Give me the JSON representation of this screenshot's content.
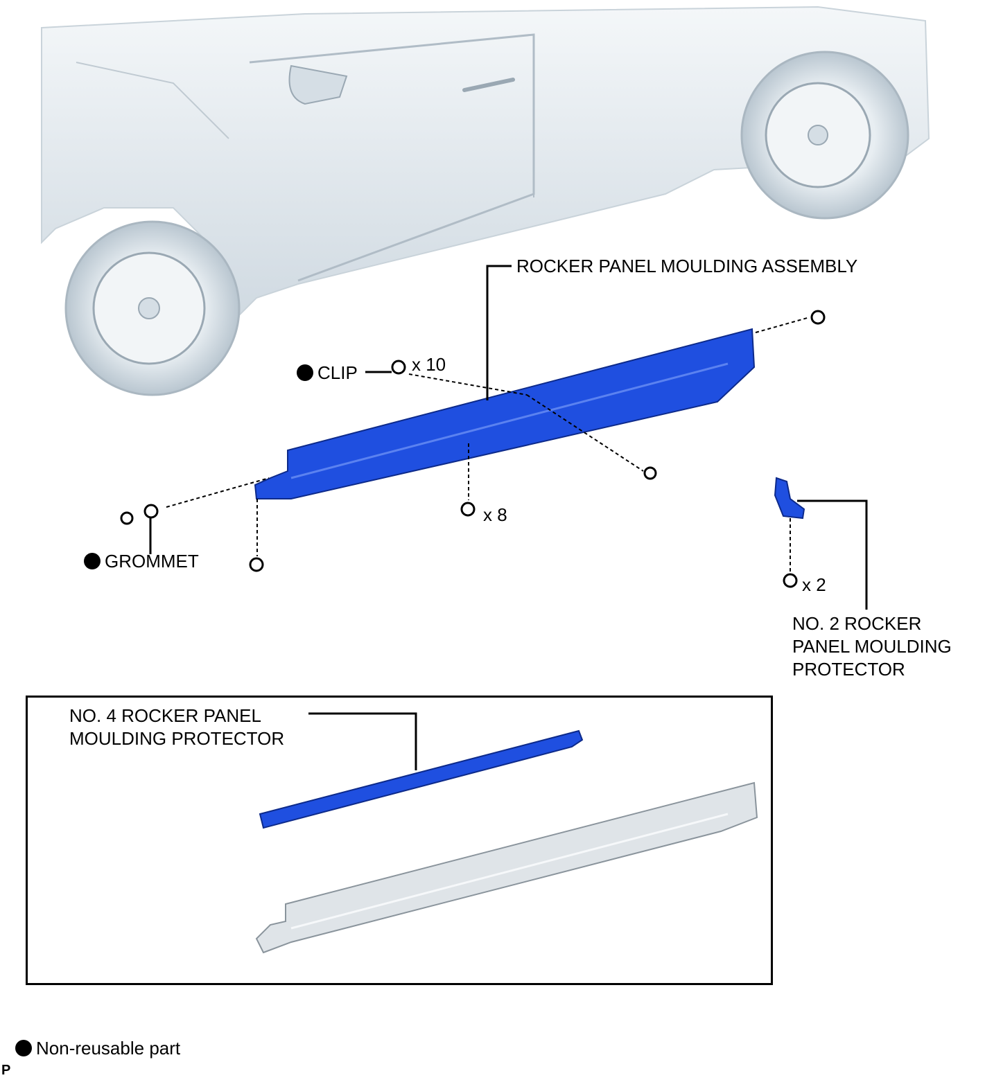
{
  "labels": {
    "rocker_assembly": "ROCKER PANEL MOULDING ASSEMBLY",
    "clip": "CLIP",
    "clip_qty": "x 10",
    "screw_qty": "x 8",
    "grommet": "GROMMET",
    "protector_qty": "x 2",
    "no2_protector": "NO. 2 ROCKER\nPANEL MOULDING\nPROTECTOR",
    "no4_protector": "NO. 4 ROCKER PANEL\nMOULDING PROTECTOR"
  },
  "legend": {
    "non_reusable": "Non-reusable part"
  },
  "code": "P",
  "colors": {
    "highlight_part": "#1f4fe0",
    "car_body": "#dfe6ec",
    "line": "#000000"
  }
}
